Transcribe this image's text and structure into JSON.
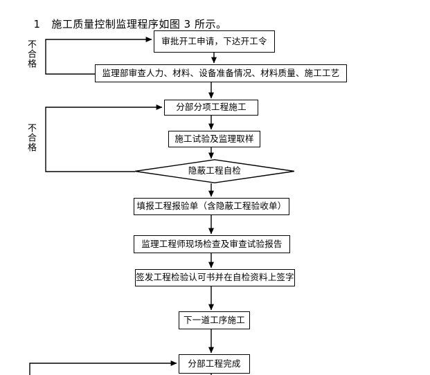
{
  "document": {
    "title_number": "1",
    "title_text": "施工质量控制监理程序如图 3 所示。",
    "background_color": "#ffffff",
    "line_color": "#000000"
  },
  "flowchart": {
    "type": "process-flow-diagram",
    "nodes": [
      {
        "id": "approve",
        "shape": "rectangle",
        "label": "审批开工申请，下达开工令"
      },
      {
        "id": "review",
        "shape": "rectangle",
        "label": "监理部审查人力、材料、设备准备情况、材料质量、施工工艺"
      },
      {
        "id": "subproject",
        "shape": "rectangle",
        "label": "分部分项工程施工"
      },
      {
        "id": "test",
        "shape": "rectangle",
        "label": "施工试验及监理取样"
      },
      {
        "id": "selfcheck",
        "shape": "diamond",
        "label": "隐蔽工程自检"
      },
      {
        "id": "report",
        "shape": "rectangle",
        "label": "填报工程报验单（含隐蔽工程验收单）"
      },
      {
        "id": "inspect",
        "shape": "rectangle",
        "label": "监理工程师现场检查及审查试验报告"
      },
      {
        "id": "issue",
        "shape": "rectangle",
        "label": "签发工程检验认可书并在自检资料上签字"
      },
      {
        "id": "nextprocess",
        "shape": "rectangle",
        "label": "下一道工序施工"
      },
      {
        "id": "complete",
        "shape": "rectangle",
        "label": "分部工程完成"
      }
    ],
    "edge_labels": [
      {
        "id": "fail-1",
        "label": "不合格",
        "orientation": "vertical"
      },
      {
        "id": "fail-2",
        "label": "不合格",
        "orientation": "vertical"
      }
    ],
    "edges": [
      {
        "from": "approve",
        "to": "review",
        "kind": "arrow-down"
      },
      {
        "from": "review",
        "to": "approve",
        "kind": "feedback-left",
        "label": "不合格"
      },
      {
        "from": "review",
        "to": "subproject",
        "kind": "arrow-down"
      },
      {
        "from": "subproject",
        "to": "test",
        "kind": "arrow-down"
      },
      {
        "from": "test",
        "to": "selfcheck",
        "kind": "arrow-down"
      },
      {
        "from": "selfcheck",
        "to": "subproject",
        "kind": "feedback-left",
        "label": "不合格"
      },
      {
        "from": "selfcheck",
        "to": "report",
        "kind": "arrow-down"
      },
      {
        "from": "report",
        "to": "inspect",
        "kind": "arrow-down"
      },
      {
        "from": "inspect",
        "to": "issue",
        "kind": "arrow-down"
      },
      {
        "from": "issue",
        "to": "nextprocess",
        "kind": "arrow-down"
      },
      {
        "from": "nextprocess",
        "to": "complete",
        "kind": "arrow-down"
      },
      {
        "from": "complete",
        "to": "complete",
        "kind": "feedback-bottom-left"
      }
    ]
  }
}
